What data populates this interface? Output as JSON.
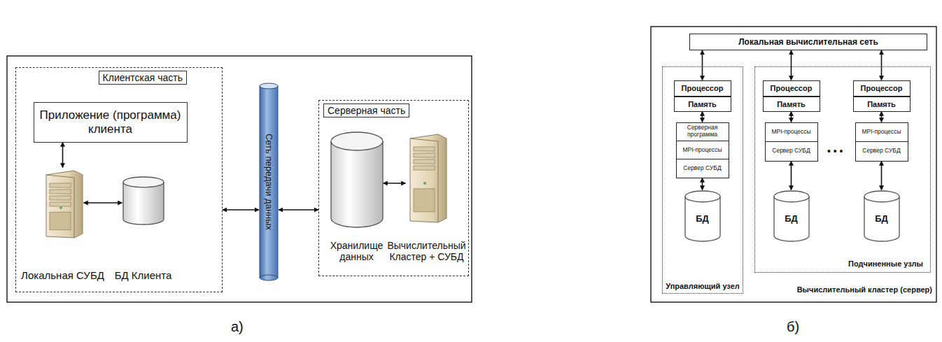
{
  "diagram": {
    "nodes": [
      {
        "text": [
          "Клиентская часть"
        ]
      },
      {
        "text": [
          "Приложение (программа) клиента"
        ],
        "in": 0
      },
      {
        "text": [
          "Локальная СУБД"
        ],
        "in": 0
      },
      {
        "text": [
          "БД Клиента"
        ],
        "in": 0
      },
      {
        "text": [
          "Сеть передачи данных"
        ]
      },
      {
        "text": [
          "Серверная часть"
        ]
      },
      {
        "text": [
          "Хранилище данных"
        ],
        "in": 5
      },
      {
        "text": [
          "Вычислительный Кластер + СУБД"
        ],
        "in": 5
      },
      {
        "text": [
          "Локальная вычислительная сеть"
        ]
      },
      {
        "text": [
          "Управляющий узел"
        ]
      },
      {
        "text": [
          "Процессор"
        ],
        "in": 9
      },
      {
        "text": [
          "Память"
        ],
        "in": 9
      },
      {
        "text": [
          "Серверная программа",
          "MPI-процессы",
          "Сервер СУБД"
        ],
        "in": 9
      },
      {
        "text": [
          "БД"
        ],
        "in": 9
      },
      {
        "text": [
          "Подчиненные узлы"
        ]
      },
      {
        "text": [
          "Процессор"
        ],
        "in": 14
      },
      {
        "text": [
          "Память"
        ],
        "in": 14
      },
      {
        "text": [
          "MPI-процессы",
          "Сервер СУБД"
        ],
        "in": 14
      },
      {
        "text": [
          "БД"
        ],
        "in": 14
      },
      {
        "text": [
          "Процессор"
        ],
        "in": 14
      },
      {
        "text": [
          "Память"
        ],
        "in": 14
      },
      {
        "text": [
          "MPI-процессы",
          "Сервер СУБД"
        ],
        "in": 14
      },
      {
        "text": [
          "БД"
        ],
        "in": 14
      }
    ],
    "edges": [
      {
        "from": 1,
        "to": 2,
        "arrow": "both"
      },
      {
        "from": 2,
        "to": 3,
        "arrow": "both"
      },
      {
        "from": 0,
        "to": 4,
        "arrow": "both"
      },
      {
        "from": 4,
        "to": 5,
        "arrow": "both"
      },
      {
        "from": 6,
        "to": 7,
        "arrow": "both"
      },
      {
        "from": 8,
        "to": 10,
        "arrow": "both"
      },
      {
        "from": 8,
        "to": 15,
        "arrow": "both"
      },
      {
        "from": 8,
        "to": 19,
        "arrow": "both"
      },
      {
        "from": 11,
        "to": 12,
        "arrow": "both"
      },
      {
        "from": 12,
        "to": 13,
        "arrow": "both"
      },
      {
        "from": 16,
        "to": 17,
        "arrow": "both"
      },
      {
        "from": 17,
        "to": 18,
        "arrow": "both"
      },
      {
        "from": 20,
        "to": 21,
        "arrow": "both"
      },
      {
        "from": 21,
        "to": 22,
        "arrow": "both"
      }
    ],
    "labels": [
      "а)",
      "б)",
      "Вычислительный кластер (сервер)",
      "• • •"
    ]
  }
}
